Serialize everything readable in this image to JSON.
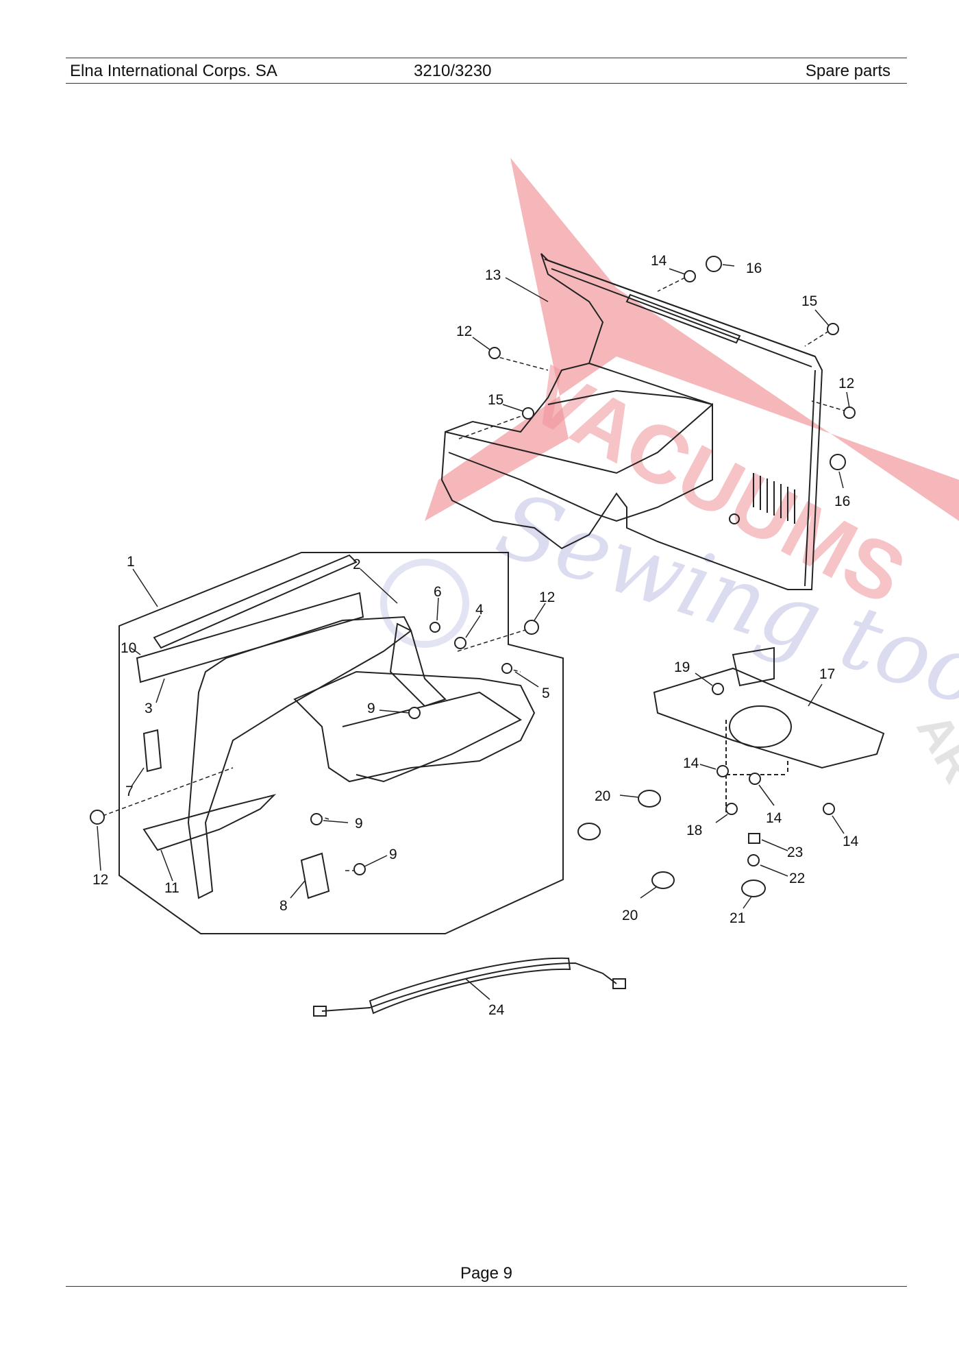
{
  "header": {
    "company": "Elna International Corps. SA",
    "model": "3210/3230",
    "section": "Spare parts"
  },
  "footer": {
    "page": "Page 9"
  },
  "watermark": {
    "text": "VACUUMS",
    "script_text": "Sewing too",
    "sub_text": "AR",
    "colors": {
      "red": "#e8505a",
      "blue": "#8a8fd0"
    }
  },
  "callouts": {
    "c1": "1",
    "c2": "2",
    "c3": "3",
    "c4": "4",
    "c5": "5",
    "c6": "6",
    "c7": "7",
    "c8": "8",
    "c9a": "9",
    "c9b": "9",
    "c9c": "9",
    "c10": "10",
    "c11": "11",
    "c12a": "12",
    "c12b": "12",
    "c12c": "12",
    "c12d": "12",
    "c13": "13",
    "c14a": "14",
    "c14b": "14",
    "c14c": "14",
    "c14d": "14",
    "c15a": "15",
    "c15b": "15",
    "c16a": "16",
    "c16b": "16",
    "c17": "17",
    "c18": "18",
    "c19": "19",
    "c20a": "20",
    "c20b": "20",
    "c21": "21",
    "c22": "22",
    "c23": "23",
    "c24": "24"
  }
}
